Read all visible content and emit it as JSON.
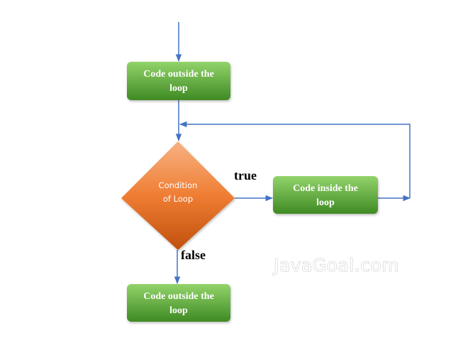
{
  "nodes": {
    "top_box": {
      "line1": "Code outside the",
      "line2": "loop"
    },
    "condition": {
      "line1": "Condition",
      "line2": "of Loop"
    },
    "inside_box": {
      "line1": "Code inside the",
      "line2": "loop"
    },
    "bottom_box": {
      "line1": "Code outside the",
      "line2": "loop"
    }
  },
  "labels": {
    "true_label": "true",
    "false_label": "false"
  },
  "watermark": "JavaGoal.com",
  "colors": {
    "box_green_top": "#92d36a",
    "box_green_bottom": "#3f8a23",
    "diamond_top": "#f7b283",
    "diamond_mid": "#ef7d33",
    "diamond_bottom": "#c0500d",
    "arrow_blue": "#4472c4"
  }
}
